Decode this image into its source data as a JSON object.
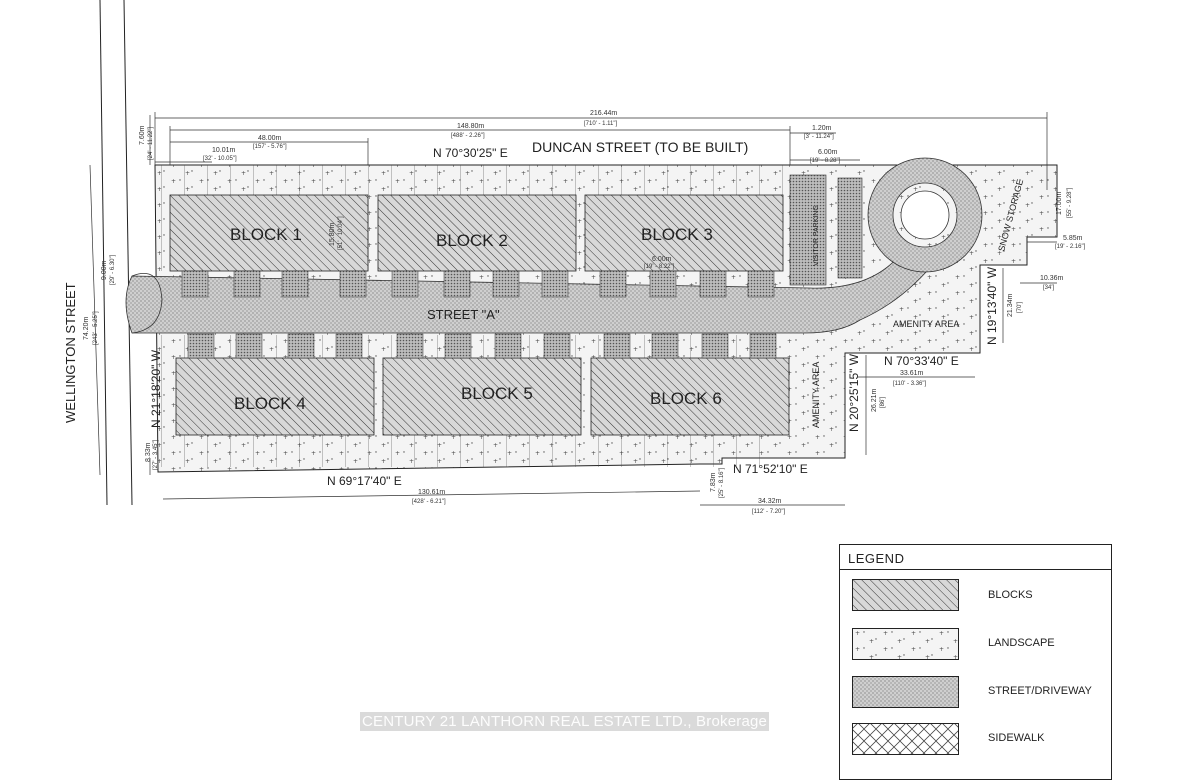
{
  "plan": {
    "streets": {
      "duncan": "DUNCAN STREET (TO BE BUILT)",
      "wellington": "WELLINGTON STREET",
      "street_a": "STREET \"A\""
    },
    "blocks": [
      "BLOCK 1",
      "BLOCK 2",
      "BLOCK 3",
      "BLOCK 4",
      "BLOCK 5",
      "BLOCK 6"
    ],
    "areas": {
      "amenity_1": "AMENITY AREA",
      "amenity_2": "AMENITY AREA",
      "snow": "SNOW STORAGE",
      "visitor": "VISITOR PARKING"
    },
    "bearings": {
      "north": "N 70°30'25\" E",
      "south": "N 69°17'40\" E",
      "south_east": "N 71°52'10\" E",
      "east_step": "N 70°33'40\" E",
      "west": "N 21°18'20\" W",
      "east_1": "N 20°25'15\" W",
      "east_2": "N 19°13'40\" W"
    },
    "dimensions": {
      "total_m": "216.44m",
      "total_ft": "[710' - 1.11\"]",
      "north_m": "148.80m",
      "north_ft": "[488' - 2.26\"]",
      "block_m": "48.00m",
      "block_ft": "[157' - 5.76\"]",
      "offset_m": "10.01m",
      "offset_ft": "[32' - 10.05\"]",
      "width_m": "74.20m",
      "width_ft": "[243' - 5.25\"]",
      "south_m": "130.61m",
      "south_ft": "[428' - 6.21\"]",
      "south_e_m": "34.32m",
      "south_e_ft": "[112' - 7.20\"]",
      "step_m": "33.61m",
      "step_ft": "[110' - 3.36\"]",
      "corner_m": "1.20m",
      "corner_ft": "[3' - 11.24\"]",
      "drive_m": "6.00m",
      "drive_ft": "[19' - 8.28\"]",
      "east_m": "17.00m",
      "east_ft": "[55' - 9.28\"]",
      "snow_m": "5.85m",
      "snow_ft": "[19' - 2.16\"]",
      "jog_m": "10.36m",
      "jog_ft": "[34']",
      "e2_m": "21.34m",
      "e2_ft": "[70']",
      "e1_m": "26.21m",
      "e1_ft": "[86']",
      "s_off_m": "7.83m",
      "s_off_ft": "[25' - 8.16\"]",
      "w_top_m": "7.60m",
      "w_top_ft": "[24' - 11.22\"]",
      "w_bot_m": "8.33m",
      "w_bot_ft": "[27' - 3.45\"]",
      "gap_m": "6.00m",
      "gap_ft": "[19' - 8.22\"]",
      "depth_m": "15.80m",
      "depth_ft": "[51' - 10.04\"]",
      "road_m": "9.00m",
      "road_ft": "[29' - 6.30\"]"
    }
  },
  "legend": {
    "title": "LEGEND",
    "items": [
      {
        "label": "BLOCKS"
      },
      {
        "label": "LANDSCAPE"
      },
      {
        "label": "STREET/DRIVEWAY"
      },
      {
        "label": "SIDEWALK"
      }
    ]
  },
  "watermark": "CENTURY 21 LANTHORN REAL ESTATE LTD., Brokerage"
}
